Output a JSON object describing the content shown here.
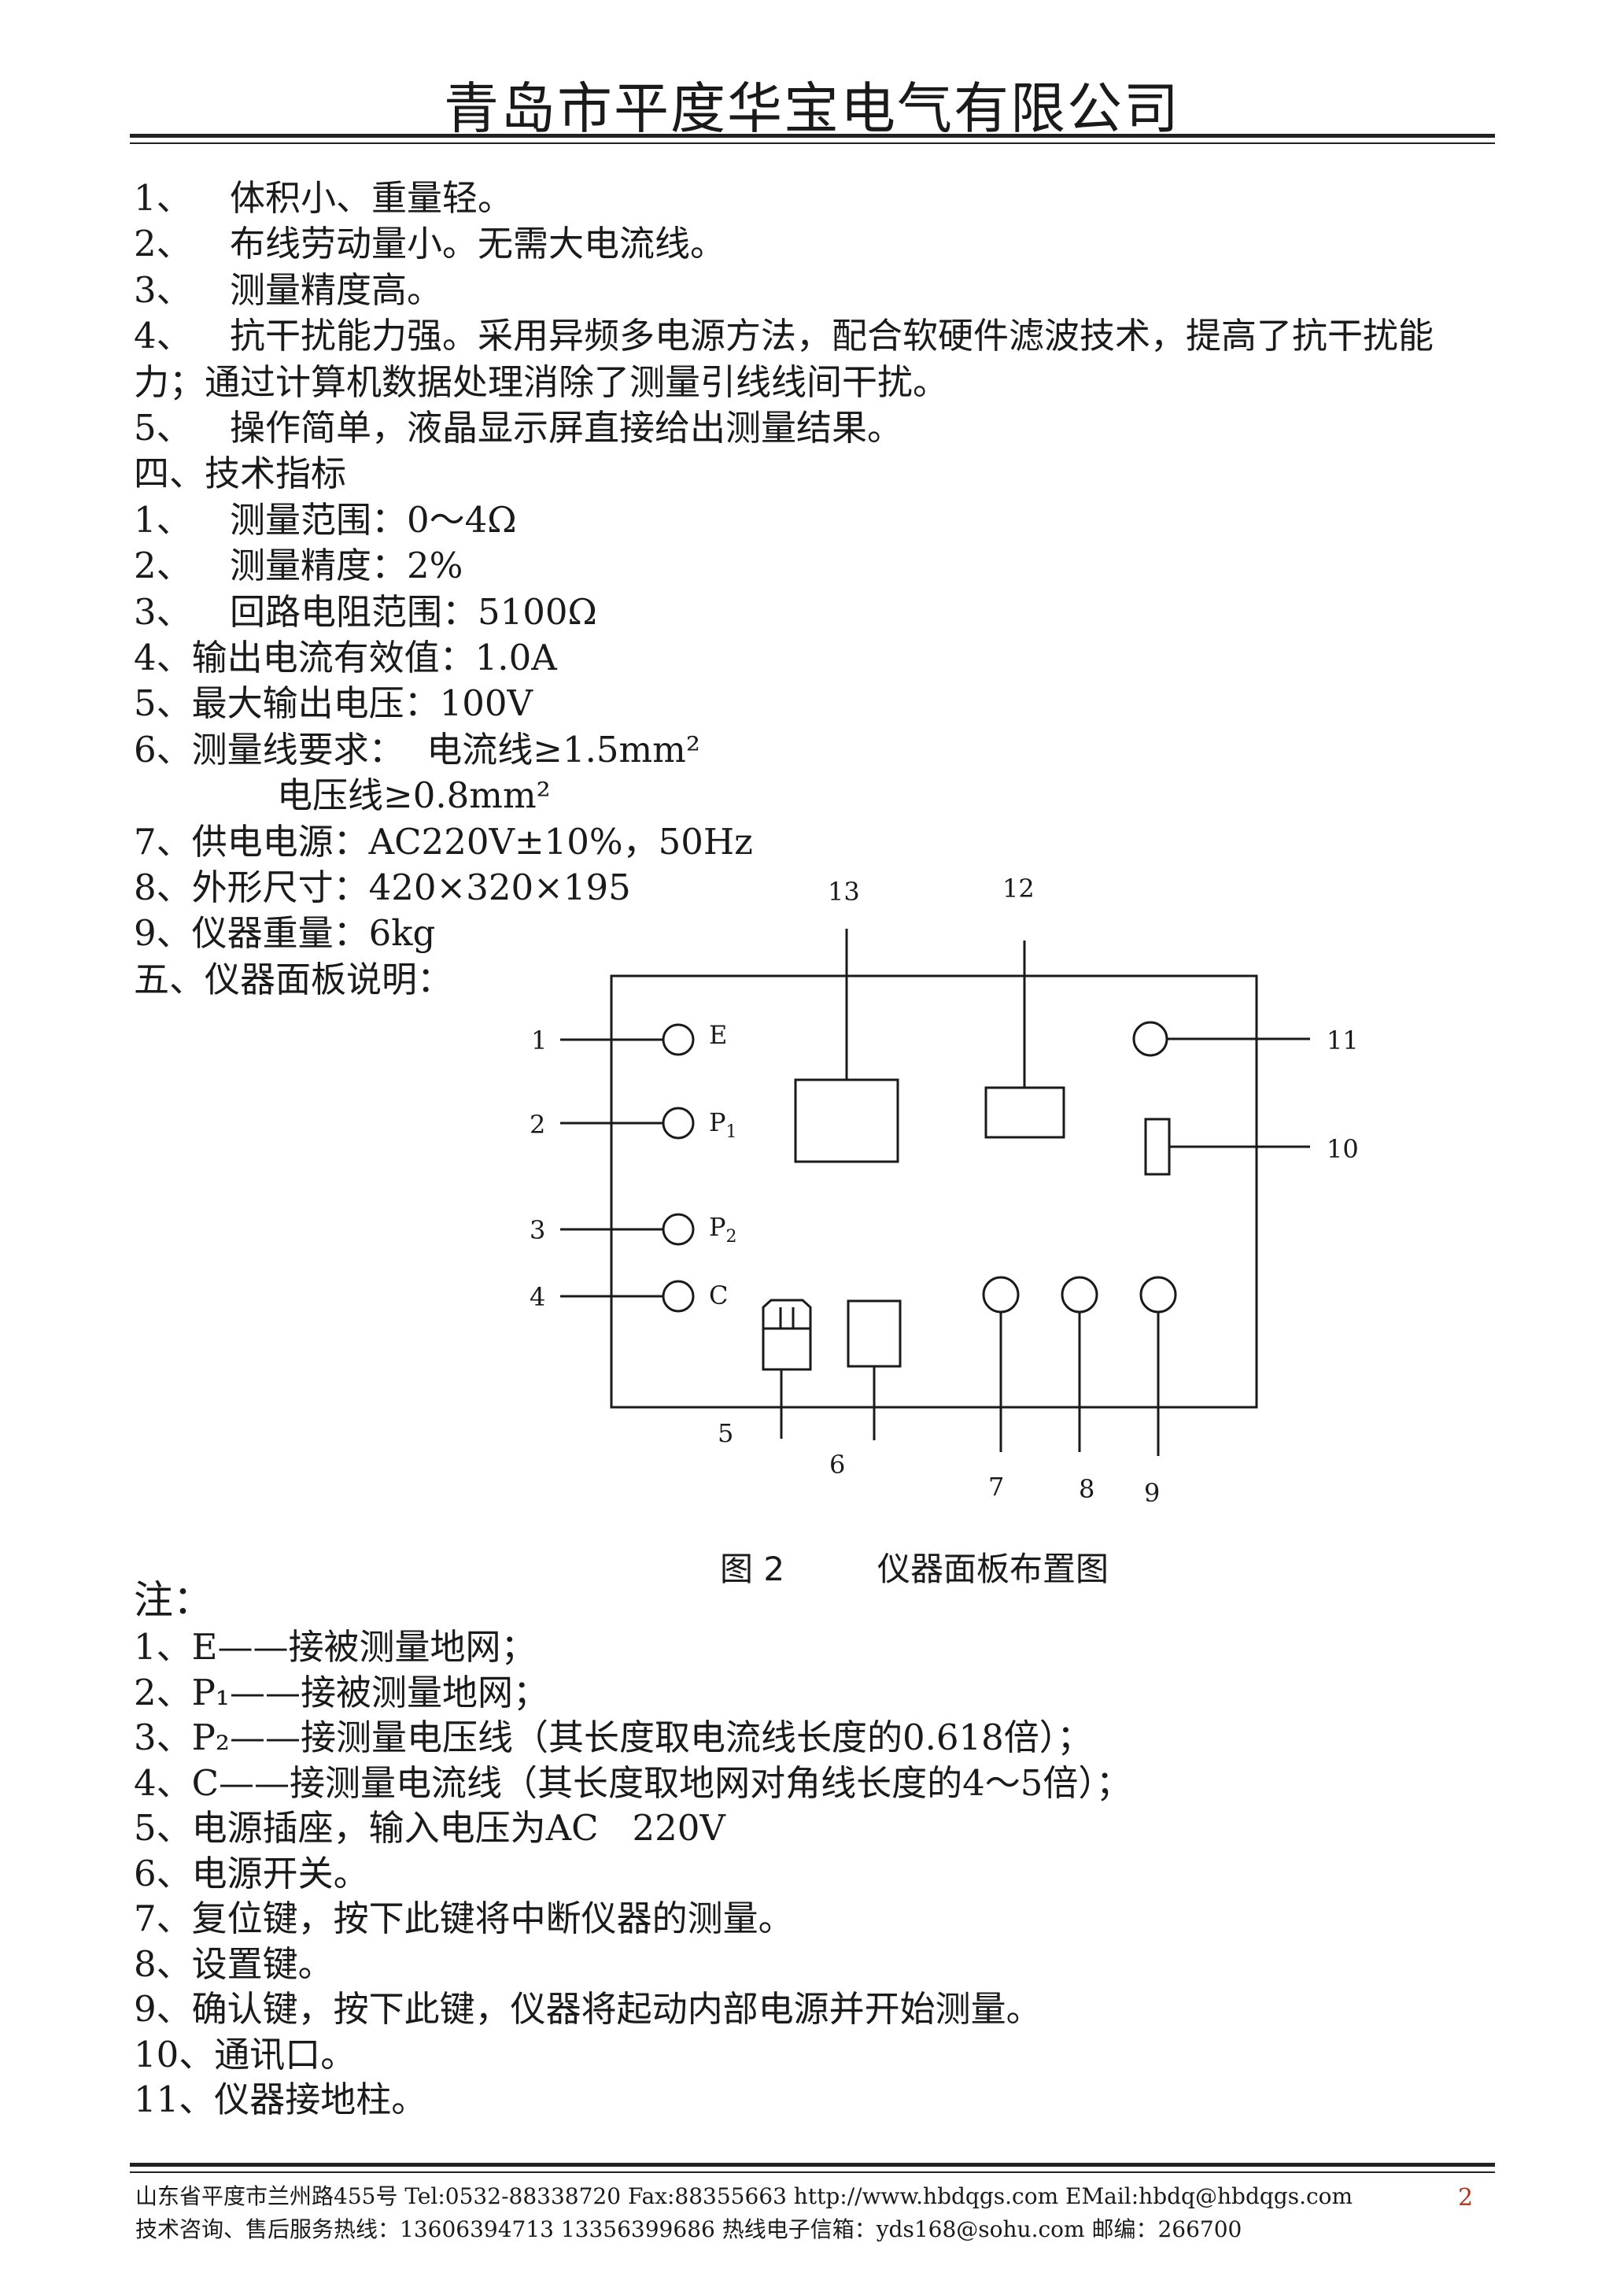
{
  "header": {
    "company": "青岛市平度华宝电气有限公司"
  },
  "features": [
    {
      "num": "1、",
      "text": "体积小、重量轻。"
    },
    {
      "num": "2、",
      "text": "布线劳动量小。无需大电流线。"
    },
    {
      "num": "3、",
      "text": "测量精度高。"
    },
    {
      "num": "4、",
      "text": "抗干扰能力强。采用异频多电源方法，配合软硬件滤波技术，提高了抗干扰能力；通过计算机数据处理消除了测量引线线间干扰。"
    },
    {
      "num": "5、",
      "text": "操作简单，液晶显示屏直接给出测量结果。"
    }
  ],
  "section4": {
    "title": "四、技术指标",
    "items": [
      {
        "num": "1、",
        "text": "测量范围：0～4Ω"
      },
      {
        "num": "2、",
        "text": "测量精度：2%"
      },
      {
        "num": "3、",
        "text": "回路电阻范围：5100Ω"
      }
    ],
    "items2": [
      "4、输出电流有效值：1.0A",
      "5、最大输出电压：100V",
      "6、测量线要求：  电流线≥1.5mm²",
      "电压线≥0.8mm²",
      "7、供电电源：AC220V±10%，50Hz",
      "8、外形尺寸：420×320×195",
      "9、仪器重量：6kg"
    ]
  },
  "section5": {
    "title": "五、仪器面板说明："
  },
  "diagram": {
    "callouts": [
      "1",
      "2",
      "3",
      "4",
      "5",
      "6",
      "7",
      "8",
      "9",
      "10",
      "11",
      "12",
      "13"
    ],
    "terminals": {
      "e": "E",
      "p1": "P",
      "p1_sub": "1",
      "p2": "P",
      "p2_sub": "2",
      "c": "C"
    }
  },
  "caption": {
    "figure": "图 2",
    "title": "仪器面板布置图"
  },
  "notes": {
    "title": "注：",
    "items": [
      "1、E——接被测量地网；",
      "2、P₁——接被测量地网；",
      "3、P₂——接测量电压线（其长度取电流线长度的0.618倍）；",
      "4、C——接测量电流线（其长度取地网对角线长度的4～5倍）；",
      "5、电源插座，输入电压为AC   220V",
      "6、电源开关。",
      "7、复位键，按下此键将中断仪器的测量。",
      "8、设置键。",
      "9、确认键，按下此键，仪器将起动内部电源并开始测量。",
      "10、通讯口。",
      "11、仪器接地柱。"
    ]
  },
  "footer": {
    "line1": "山东省平度市兰州路455号 Tel:0532-88338720 Fax:88355663 http://www.hbdqgs.com  EMail:hbdq@hbdqgs.com",
    "line2": "技术咨询、售后服务热线：13606394713 13356399686 热线电子信箱：yds168@sohu.com 邮编：266700",
    "page": "2"
  }
}
